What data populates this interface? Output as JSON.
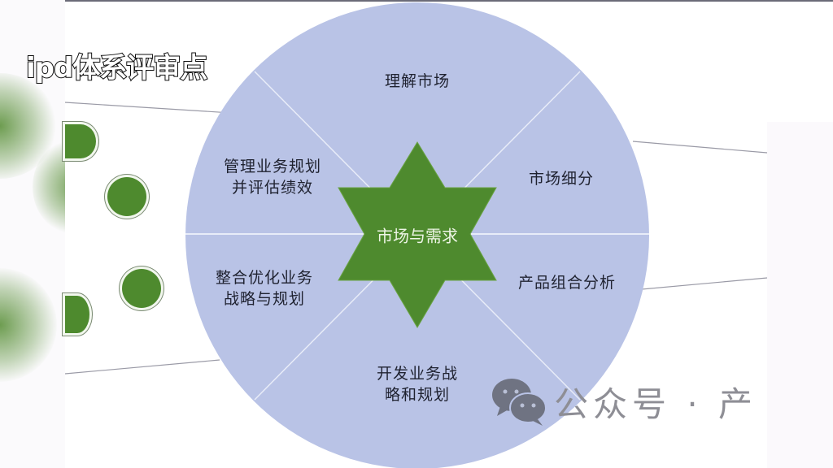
{
  "overlay": {
    "title": "ipd体系评审点"
  },
  "diagram": {
    "center": "市场与需求",
    "segments": [
      {
        "position": "top",
        "label_line1": "理解市场",
        "label_line2": ""
      },
      {
        "position": "upper-right",
        "label_line1": "市场细分",
        "label_line2": ""
      },
      {
        "position": "lower-right",
        "label_line1": "产品组合分析",
        "label_line2": ""
      },
      {
        "position": "bottom",
        "label_line1": "开发业务战",
        "label_line2": "略和规划"
      },
      {
        "position": "lower-left",
        "label_line1": "整合优化业务",
        "label_line2": "战略与规划"
      },
      {
        "position": "upper-left",
        "label_line1": "管理业务规划",
        "label_line2": "并评估绩效"
      }
    ],
    "colors": {
      "circle_fill": "#b9c3e6",
      "divider": "#e8ecf8",
      "star_fill": "#4e8a2e",
      "dot_fill": "#4e8a2e"
    }
  },
  "watermark": {
    "icon": "wechat-icon",
    "text": "公众号 · 产"
  }
}
